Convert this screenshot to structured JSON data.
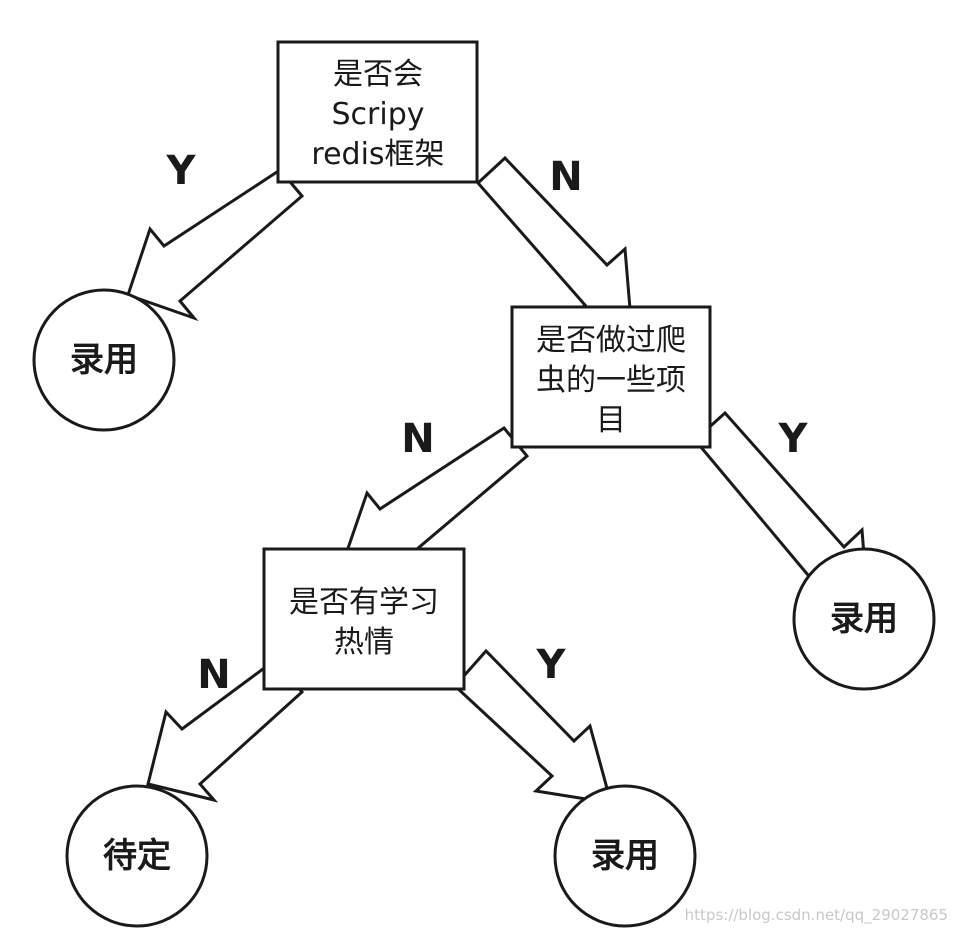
{
  "diagram": {
    "decisions": [
      {
        "lines": [
          "是否会",
          "Scripy",
          "redis框架"
        ]
      },
      {
        "lines": [
          "是否做过爬",
          "虫的一些项",
          "目"
        ]
      },
      {
        "lines": [
          "是否有学习",
          "热情"
        ]
      }
    ],
    "outcomes": [
      "录用",
      "录用",
      "待定",
      "录用"
    ],
    "edges": [
      "Y",
      "N",
      "N",
      "Y",
      "N",
      "Y"
    ],
    "watermark": "https://blog.csdn.net/qq_29027865"
  }
}
